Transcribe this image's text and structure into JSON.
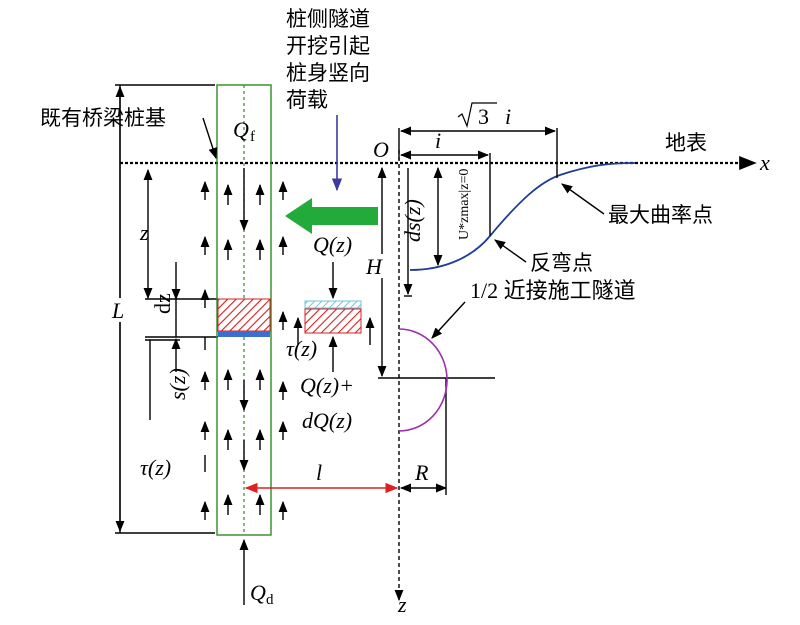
{
  "colors": {
    "pile": "#2e8b22",
    "green_arrow": "#22aa3a",
    "settlement_curve": "#1f3c9a",
    "tunnel": "#9a2fb0",
    "dim_red": "#e02020",
    "hatch_red": "#d42020",
    "hatch_cyan": "#6fc6d8",
    "blue_band": "#3a6fd0",
    "purple_arrow": "#3b3aa0"
  },
  "labels": {
    "tunnel_load_lines": [
      "桩侧隧道",
      "开挖引起",
      "桩身竖向",
      "荷载"
    ],
    "existing_pile": "既有桥梁桩基",
    "ground_surface": "地表",
    "max_curvature_point": "最大曲率点",
    "inflection_point": "反弯点",
    "near_tunnel": "1/2 近接施工隧道",
    "origin": "O",
    "x_axis": "x",
    "z_axis": "z",
    "z_depth": "z",
    "L": "L",
    "H": "H",
    "l": "l",
    "R": "R",
    "i": "i",
    "sqrt3": "3",
    "dz": "dz",
    "Qf_main": "Q",
    "Qf_sub": "f",
    "Qd_main": "Q",
    "Qd_sub": "d",
    "Qz": "Q(z)",
    "Qz_plus": "Q(z)+",
    "dQz": "dQ(z)",
    "tau_element": "τ(z)",
    "tau_pile": "τ(z)",
    "sz": "s(z)",
    "dsz": "ds(z)",
    "uzmax": "U*zmax|z=0"
  }
}
